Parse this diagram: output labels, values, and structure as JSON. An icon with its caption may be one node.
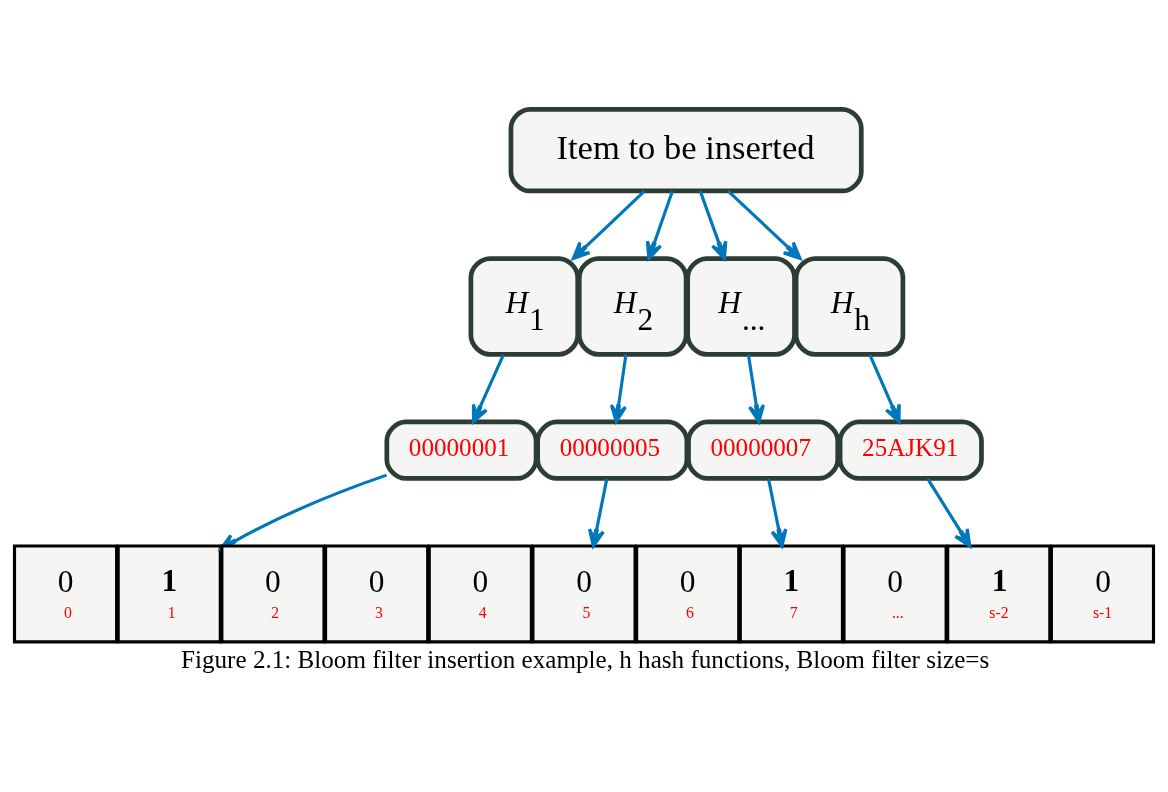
{
  "diagram": {
    "caption": "Figure 2.1: Bloom filter insertion example, h hash functions, Bloom filter size=s",
    "nodes": [
      {
        "text": [
          "Item to be inserted"
        ]
      },
      {
        "text": [
          "*H*$_{1}$"
        ]
      },
      {
        "text": [
          "*H*$_{2}$"
        ]
      },
      {
        "text": [
          "*H*$_{...}$"
        ]
      },
      {
        "text": [
          "*H*$_{h}$"
        ]
      },
      {
        "text": [
          "00000001"
        ]
      },
      {
        "text": [
          "00000005"
        ]
      },
      {
        "text": [
          "00000007"
        ]
      },
      {
        "text": [
          "25AJK91"
        ]
      },
      {
        "text": [
          "0",
          "0"
        ]
      },
      {
        "text": [
          "**1**",
          "1"
        ]
      },
      {
        "text": [
          "0",
          "2"
        ]
      },
      {
        "text": [
          "0",
          "3"
        ]
      },
      {
        "text": [
          "0",
          "4"
        ]
      },
      {
        "text": [
          "0",
          "5"
        ]
      },
      {
        "text": [
          "0",
          "6"
        ]
      },
      {
        "text": [
          "**1**",
          "7"
        ]
      },
      {
        "text": [
          "0",
          "..."
        ]
      },
      {
        "text": [
          "**1**",
          "s-2"
        ]
      },
      {
        "text": [
          "0",
          "s-1"
        ]
      }
    ],
    "edges": [
      {
        "from": 0,
        "to": 1,
        "arrow": "to"
      },
      {
        "from": 0,
        "to": 2,
        "arrow": "to"
      },
      {
        "from": 0,
        "to": 3,
        "arrow": "to"
      },
      {
        "from": 0,
        "to": 4,
        "arrow": "to"
      },
      {
        "from": 1,
        "to": 5,
        "arrow": "to"
      },
      {
        "from": 2,
        "to": 6,
        "arrow": "to"
      },
      {
        "from": 3,
        "to": 7,
        "arrow": "to"
      },
      {
        "from": 4,
        "to": 8,
        "arrow": "to"
      },
      {
        "from": 5,
        "to": 10,
        "arrow": "to"
      },
      {
        "from": 6,
        "to": 14,
        "arrow": "to"
      },
      {
        "from": 7,
        "to": 16,
        "arrow": "to"
      },
      {
        "from": 8,
        "to": 18,
        "arrow": "to"
      }
    ]
  }
}
